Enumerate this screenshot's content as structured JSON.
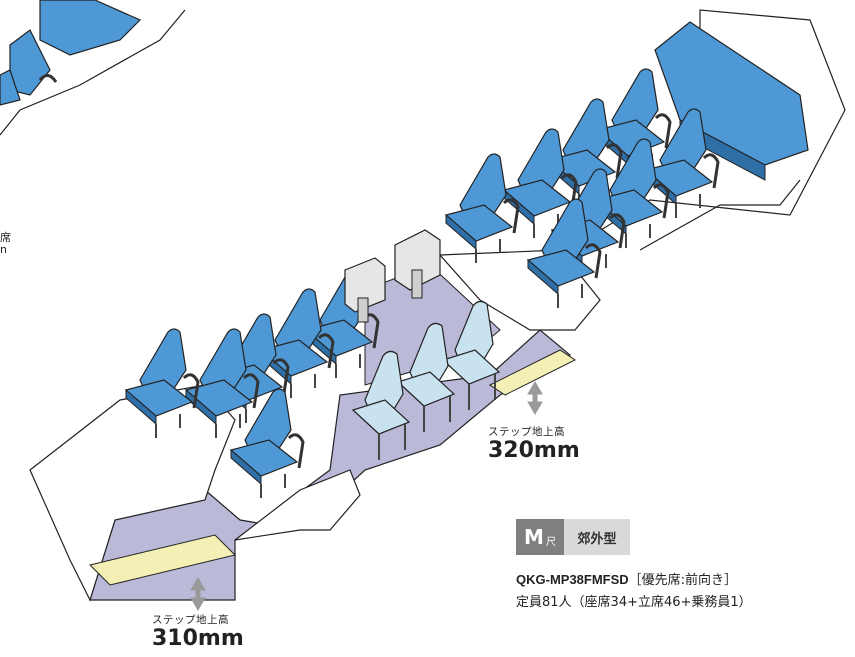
{
  "diagram": {
    "left_cut_label": "席",
    "left_cut_label2": "n",
    "step_right": {
      "caption": "ステップ地上高",
      "value": "320mm"
    },
    "step_left": {
      "caption": "ステップ地上高",
      "value": "310mm"
    }
  },
  "badge": {
    "main": "M",
    "sub": "尺",
    "type": "郊外型"
  },
  "model": {
    "code": "QKG-MP38FMFSD",
    "note": "［優先席:前向き］",
    "capacity": "定員81人（座席34+立席46+乗務員1）"
  },
  "colors": {
    "seat_blue": "#4f98d6",
    "priority_seat": "#c9e2ef",
    "floor": "#bbb9d8",
    "step": "#f3efb5",
    "outline": "#222222"
  }
}
